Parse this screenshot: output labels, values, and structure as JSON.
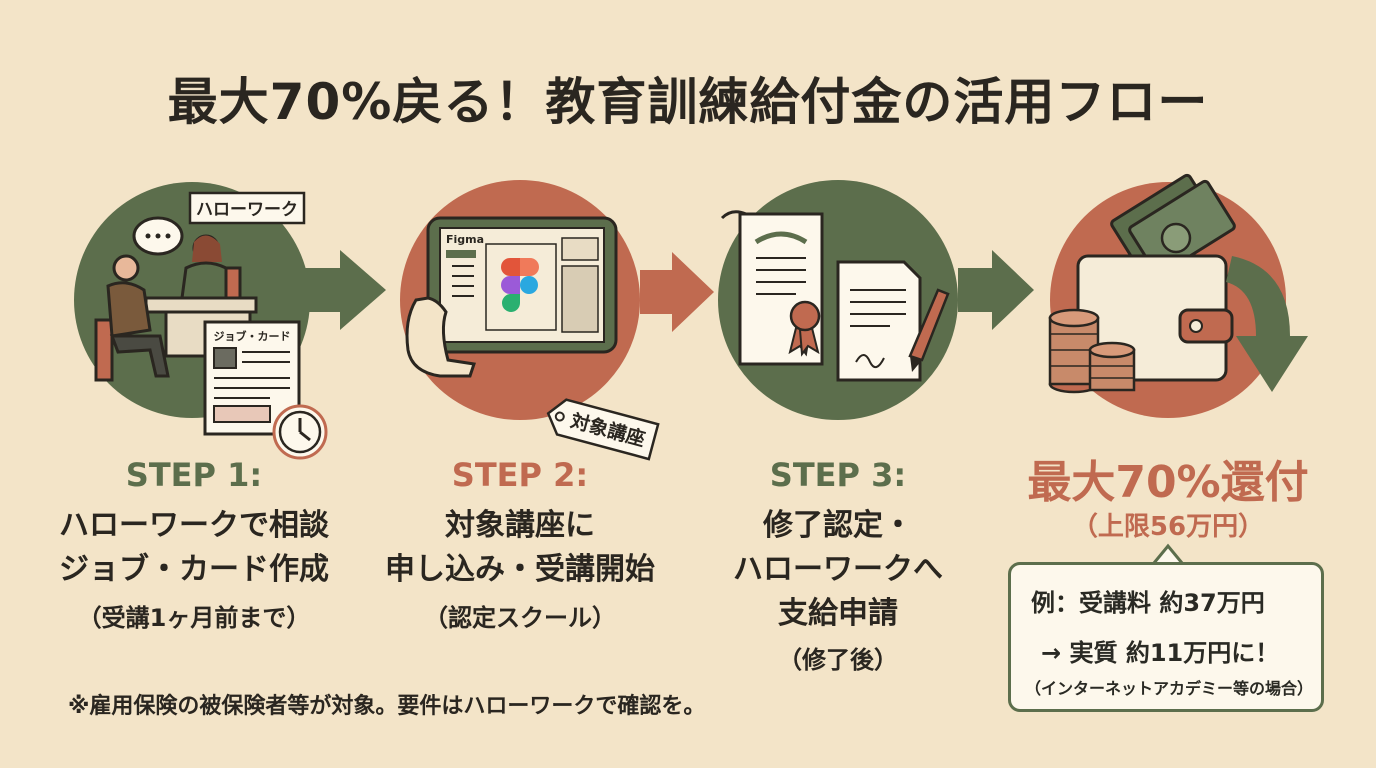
{
  "title": "最大70%戻る！教育訓練給付金の活用フロー",
  "steps": [
    {
      "heading": "STEP 1:",
      "line1": "ハローワークで相談",
      "line2": "ジョブ・カード作成",
      "sub": "（受講1ヶ月前まで）",
      "bubble_label": "ハローワーク",
      "card_label": "ジョブ・カード",
      "circle_color": "#5c6e4c"
    },
    {
      "heading": "STEP 2:",
      "line1": "対象講座に",
      "line2": "申し込み・受講開始",
      "sub": "（認定スクール）",
      "app_label": "Figma",
      "tag_label": "対象講座",
      "circle_color": "#c06a50"
    },
    {
      "heading": "STEP 3:",
      "line1": "修了認定・",
      "line2": "ハローワークへ",
      "line3": "支給申請",
      "sub": "（修了後）",
      "circle_color": "#5c6e4c"
    }
  ],
  "reward": {
    "title": "最大70%還付",
    "sub": "（上限56万円）",
    "example_line1": "例：受講料 約37万円",
    "example_line2": "→ 実質 約11万円に！",
    "example_note": "（インターネットアカデミー等の場合）",
    "circle_color": "#c06a50"
  },
  "footnote": "※雇用保険の被保険者等が対象。要件はハローワークで確認を。",
  "colors": {
    "green": "#5c6e4c",
    "red": "#c06a50",
    "background": "#f3e4c8"
  }
}
